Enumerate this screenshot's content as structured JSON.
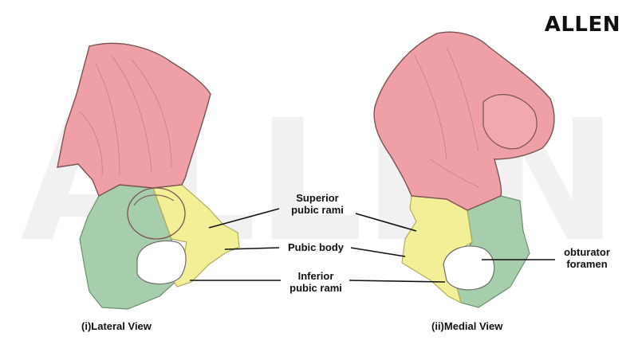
{
  "brand": {
    "logo_text": "ALLEN",
    "watermark_text": "ALLEN"
  },
  "labels": {
    "superior_line1": "Superior",
    "superior_line2": "pubic rami",
    "pubic_body": "Pubic body",
    "inferior_line1": "Inferior",
    "inferior_line2": "pubic rami",
    "obturator_line1": "obturator",
    "obturator_line2": "foramen"
  },
  "captions": {
    "lateral": "(i)Lateral View",
    "medial": "(ii)Medial View"
  },
  "colors": {
    "ilium": "#eea0a6",
    "ischium": "#a6ceaa",
    "pubis": "#f3ef97",
    "outline": "#7a5252",
    "leader": "#111111",
    "watermark": "#f2f2f2"
  }
}
